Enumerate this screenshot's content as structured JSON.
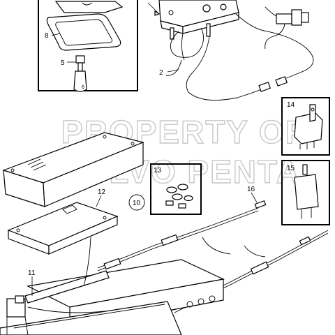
{
  "watermark": {
    "line1": "PROPERTY OF",
    "line2": "VOLVO PENTA"
  },
  "callouts": {
    "c2": "2",
    "c5": "5",
    "c8": "8",
    "c10": "10",
    "c11": "11",
    "c12": "12",
    "c13": "13",
    "c14": "14",
    "c15": "15",
    "c16": "16"
  }
}
